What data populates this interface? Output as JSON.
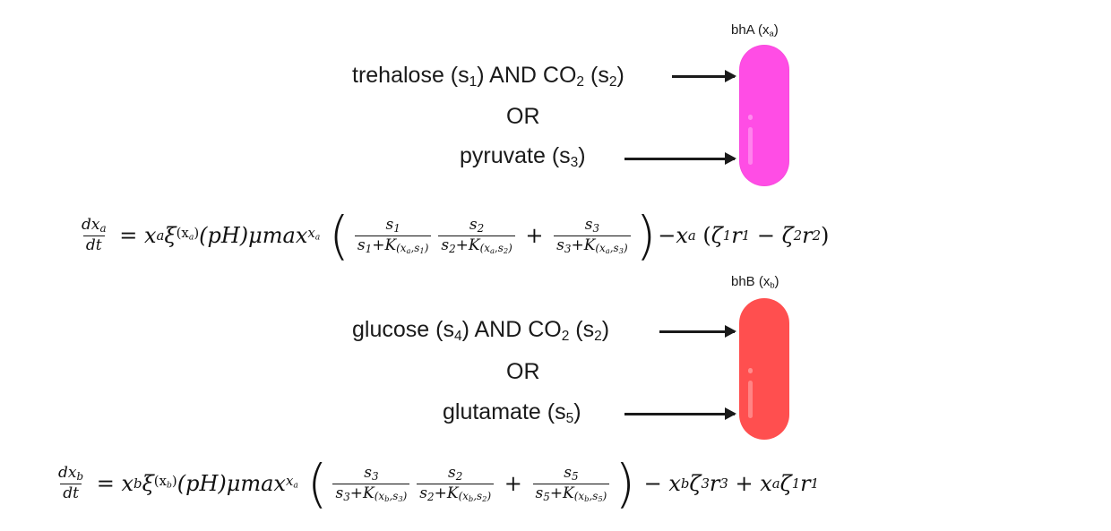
{
  "top": {
    "cell_label": {
      "name": "bhA",
      "var": "x",
      "var_sub": "a"
    },
    "cell_color": "#ff4de5",
    "input_1": {
      "a": "trehalose",
      "a_var": "s",
      "a_sub": "1",
      "and": "AND",
      "b": "CO",
      "b_sub": "2",
      "b_var": "s",
      "b_var_sub": "2"
    },
    "or_label": "OR",
    "input_2": {
      "name": "pyruvate",
      "var": "s",
      "sub": "3"
    },
    "equation": {
      "lhs_num": "dx",
      "lhs_num_sub": "a",
      "lhs_den": "dt",
      "eq": "=",
      "rhs_main": "x",
      "rhs_main_sub": "a",
      "xi": "ξ",
      "xi_sub": "(x",
      "xi_sub2": "a",
      "xi_sub3": ")",
      "ph": "(pH)",
      "mu": "μmax",
      "mu_sub": "x",
      "mu_sub2": "a",
      "f1_num": "s",
      "f1_num_sub": "1",
      "f1_den": "s",
      "f1_den_sub": "1",
      "f1_den_plus": "+K",
      "f1_den_k": "(x",
      "f1_den_k2": "a",
      "f1_den_k3": ",s",
      "f1_den_k4": "1",
      "f1_den_k5": ")",
      "f2_num": "s",
      "f2_num_sub": "2",
      "f2_den": "s",
      "f2_den_sub": "2",
      "f2_den_plus": "+K",
      "f2_den_k": "(x",
      "f2_den_k2": "a",
      "f2_den_k3": ",s",
      "f2_den_k4": "2",
      "f2_den_k5": ")",
      "plus": "+",
      "f3_num": "s",
      "f3_num_sub": "3",
      "f3_den": "s",
      "f3_den_sub": "3",
      "f3_den_plus": "+K",
      "f3_den_k": "(x",
      "f3_den_k2": "a",
      "f3_den_k3": ",s",
      "f3_den_k4": "3",
      "f3_den_k5": ")",
      "tail_minus": "−",
      "tail_x": "x",
      "tail_x_sub": "a",
      "tail_open": "(",
      "z1": "ζ",
      "z1_sub": "1",
      "r1": "r",
      "r1_sub": "1",
      "minus2": "−",
      "z2": "ζ",
      "z2_sub": "2",
      "r2": "r",
      "r2_sub": "2",
      "tail_close": ")"
    }
  },
  "bottom": {
    "cell_label": {
      "name": "bhB",
      "var": "x",
      "var_sub": "b"
    },
    "cell_color": "#ff4f4f",
    "input_1": {
      "a": "glucose",
      "a_var": "s",
      "a_sub": "4",
      "and": "AND",
      "b": "CO",
      "b_sub": "2",
      "b_var": "s",
      "b_var_sub": "2"
    },
    "or_label": "OR",
    "input_2": {
      "name": "glutamate",
      "var": "s",
      "sub": "5"
    },
    "equation": {
      "lhs_num": "dx",
      "lhs_num_sub": "b",
      "lhs_den": "dt",
      "eq": "=",
      "rhs_main": "x",
      "rhs_main_sub": "b",
      "xi": "ξ",
      "xi_sub": "(x",
      "xi_sub2": "b",
      "xi_sub3": ")",
      "ph": "(pH)",
      "mu": "μmax",
      "mu_sub": "x",
      "mu_sub2": "a",
      "f1_num": "s",
      "f1_num_sub": "3",
      "f1_den": "s",
      "f1_den_sub": "3",
      "f1_den_plus": "+K",
      "f1_den_k": "(x",
      "f1_den_k2": "b",
      "f1_den_k3": ",s",
      "f1_den_k4": "3",
      "f1_den_k5": ")",
      "f2_num": "s",
      "f2_num_sub": "2",
      "f2_den": "s",
      "f2_den_sub": "2",
      "f2_den_plus": "+K",
      "f2_den_k": "(x",
      "f2_den_k2": "b",
      "f2_den_k3": ",s",
      "f2_den_k4": "2",
      "f2_den_k5": ")",
      "plus": "+",
      "f3_num": "s",
      "f3_num_sub": "5",
      "f3_den": "s",
      "f3_den_sub": "5",
      "f3_den_plus": "+K",
      "f3_den_k": "(x",
      "f3_den_k2": "b",
      "f3_den_k3": ",s",
      "f3_den_k4": "5",
      "f3_den_k5": ")",
      "minus1": "−",
      "t1_x": "x",
      "t1_x_sub": "b",
      "t1_z": "ζ",
      "t1_z_sub": "3",
      "t1_r": "r",
      "t1_r_sub": "3",
      "plus2": "+",
      "t2_x": "x",
      "t2_x_sub": "a",
      "t2_z": "ζ",
      "t2_z_sub": "1",
      "t2_r": "r",
      "t2_r_sub": "1"
    }
  }
}
